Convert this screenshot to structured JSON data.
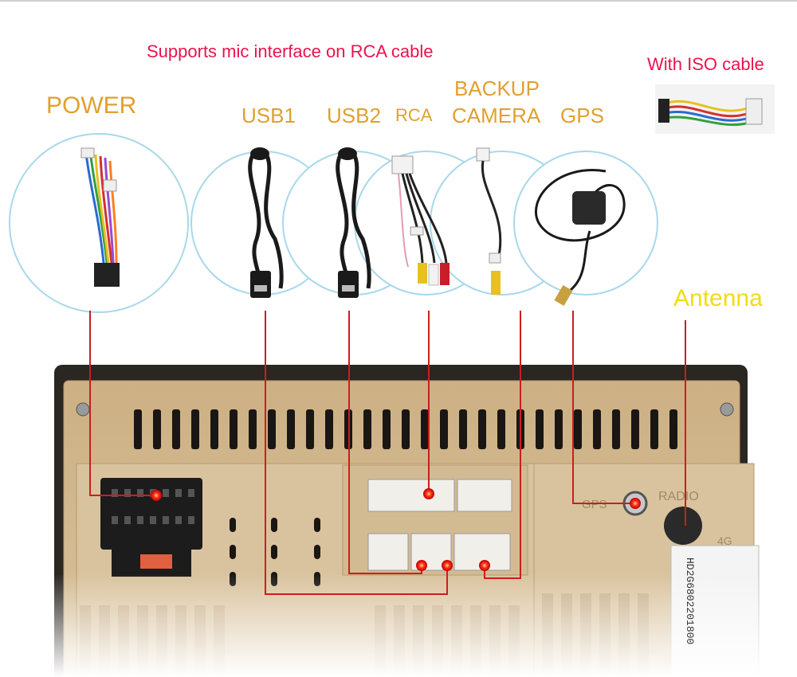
{
  "header": {
    "mic_note": "Supports mic interface on RCA cable",
    "iso_note": "With ISO cable"
  },
  "labels": {
    "power": "POWER",
    "usb1": "USB1",
    "usb2": "USB2",
    "rca": "RCA",
    "backup_camera_line1": "BACKUP",
    "backup_camera_line2": "CAMERA",
    "gps": "GPS",
    "antenna": "Antenna"
  },
  "panel": {
    "gps_port_label": "GPS",
    "radio_port_label": "RADIO",
    "lte_label": "4G",
    "serial_sticker": "HD2G6802201800"
  },
  "colors": {
    "accent_red": "#e8144c",
    "label_orange": "#e0a030",
    "antenna_yellow": "#f0dc14",
    "circle_stroke": "#a8d8ea",
    "panel_gold": "#d2b88c",
    "connector_line": "#cc1e1e"
  }
}
